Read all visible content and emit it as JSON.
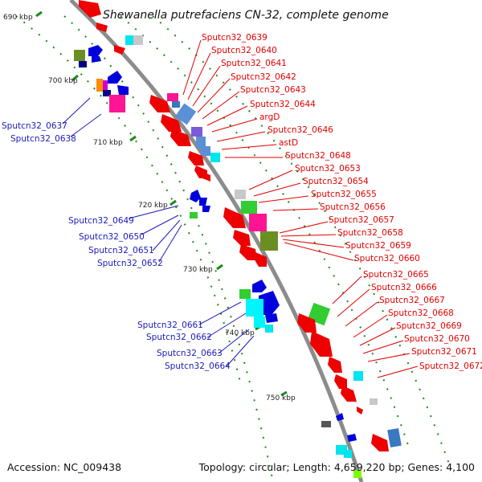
{
  "title": "Shewanella putrefaciens CN-32, complete genome",
  "accession": "Accession: NC_009438",
  "summary": "Topology: circular; Length: 4,659,220 bp; Genes: 4,100",
  "kbp_marks": [
    "690 kbp",
    "700 kbp",
    "710 kbp",
    "720 kbp",
    "730 kbp",
    "740 kbp",
    "750 kbp"
  ],
  "right_labels": [
    "Sputcn32_0639",
    "Sputcn32_0640",
    "Sputcn32_0641",
    "Sputcn32_0642",
    "Sputcn32_0643",
    "Sputcn32_0644",
    "argD",
    "Sputcn32_0646",
    "astD",
    "Sputcn32_0648",
    "Sputcn32_0653",
    "Sputcn32_0654",
    "Sputcn32_0655",
    "Sputcn32_0656",
    "Sputcn32_0657",
    "Sputcn32_0658",
    "Sputcn32_0659",
    "Sputcn32_0660",
    "Sputcn32_0665",
    "Sputcn32_0666",
    "Sputcn32_0667",
    "Sputcn32_0668",
    "Sputcn32_0669",
    "Sputcn32_0670",
    "Sputcn32_0671",
    "Sputcn32_0672"
  ],
  "left_labels": [
    "Sputcn32_0637",
    "Sputcn32_0638",
    "Sputcn32_0649",
    "Sputcn32_0650",
    "Sputcn32_0651",
    "Sputcn32_0652",
    "Sputcn32_0661",
    "Sputcn32_0662",
    "Sputcn32_0663",
    "Sputcn32_0664"
  ],
  "colors": {
    "backbone": "#8c8c8c",
    "forward_gene": "#ee0000",
    "reverse_gene": "#0000dd",
    "right_label": "#e00000",
    "left_label": "#1a1ab8",
    "tick": "#1a8a1a"
  }
}
